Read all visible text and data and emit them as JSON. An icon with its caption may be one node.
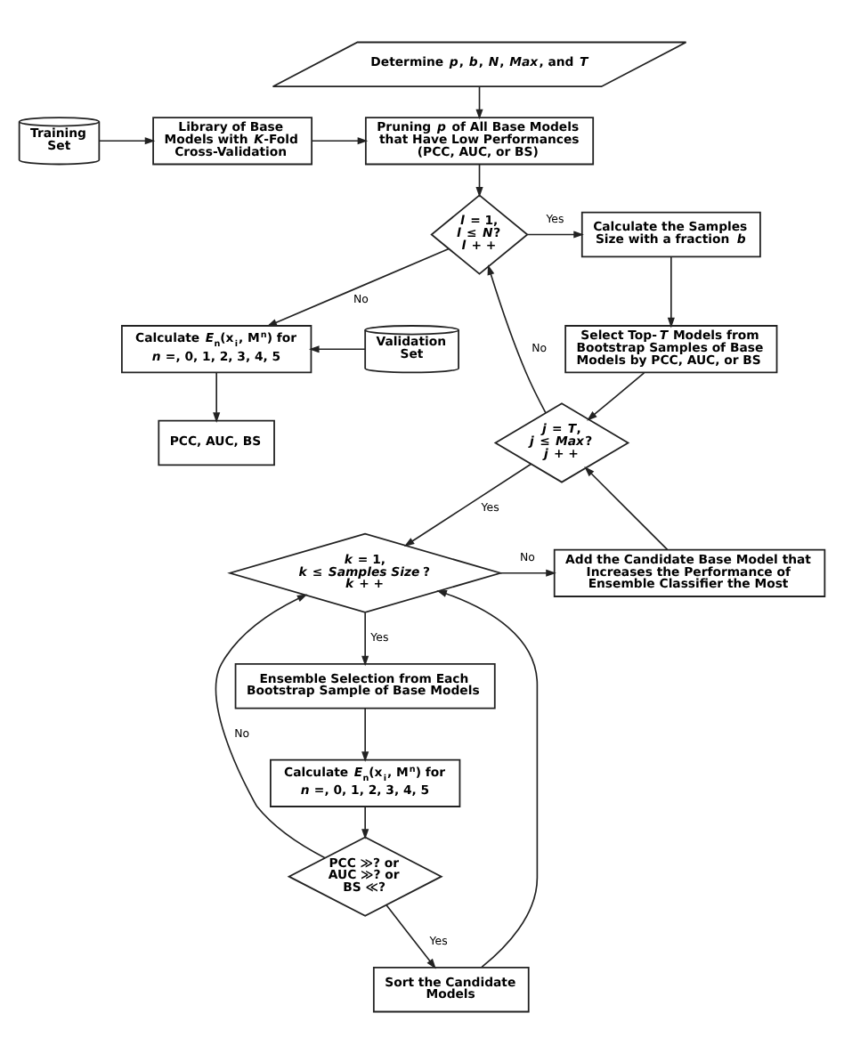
{
  "diagram": {
    "nodes": [
      {
        "text": [
          "Determine *p*, *b*, *N*, *Max*, and *T*"
        ]
      },
      {
        "text": [
          "Pruning *p* of All Base Models that Have Low Performances (PCC, AUC, or BS)"
        ]
      },
      {
        "text": [
          "Library of Base Models with *K*-Fold Cross-Validation"
        ]
      },
      {
        "text": [
          "Training Set"
        ]
      },
      {
        "text": [
          "*l* = 1, *l* ≤ *N*? *l* + +"
        ]
      },
      {
        "text": [
          "Calculate the Samples Size with a fraction *b*"
        ]
      },
      {
        "text": [
          "Select Top-*T* Models from Bootstrap Samples of Base Models by PCC, AUC, or BS"
        ]
      },
      {
        "text": [
          "*j* = *T*, *j* ≤ *Max*? *j* + +"
        ]
      },
      {
        "text": [
          "Calculate *E*$_{n}$(x$_{i}$, M$^{n}$) for *n* =, 0, 1, 2, 3, 4, 5"
        ]
      },
      {
        "text": [
          "Validation Set"
        ]
      },
      {
        "text": [
          "PCC, AUC, BS"
        ]
      },
      {
        "text": [
          "*k* = 1, *k* ≤ *Samples Size*? *k* + +"
        ]
      },
      {
        "text": [
          "Add the Candidate Base Model that Increases the Performance of Ensemble Classifier the Most"
        ]
      },
      {
        "text": [
          "Ensemble Selection from Each Bootstrap Sample of Base Models"
        ]
      },
      {
        "text": [
          "Calculate *E*$_{n}$(x$_{i}$, M$^{n}$) for *n* =, 0, 1, 2, 3, 4, 5"
        ]
      },
      {
        "text": [
          "PCC ≫? or AUC ≫? or BS ≪?"
        ]
      },
      {
        "text": [
          "Sort the Candidate Models"
        ]
      }
    ],
    "edges": [
      {
        "from": 0,
        "to": 1,
        "arrow": "to"
      },
      {
        "from": 2,
        "to": 1,
        "arrow": "to"
      },
      {
        "from": 3,
        "to": 2,
        "arrow": "to"
      },
      {
        "from": 1,
        "to": 4,
        "arrow": "to"
      },
      {
        "from": 4,
        "to": 5,
        "arrow": "to",
        "label": "Yes"
      },
      {
        "from": 4,
        "to": 8,
        "arrow": "to",
        "label": "No"
      },
      {
        "from": 5,
        "to": 6,
        "arrow": "to"
      },
      {
        "from": 6,
        "to": 7,
        "arrow": "to"
      },
      {
        "from": 7,
        "to": 4,
        "arrow": "to",
        "label": "No"
      },
      {
        "from": 9,
        "to": 8,
        "arrow": "to"
      },
      {
        "from": 8,
        "to": 10,
        "arrow": "to"
      },
      {
        "from": 7,
        "to": 11,
        "arrow": "to",
        "label": "Yes"
      },
      {
        "from": 11,
        "to": 12,
        "arrow": "to",
        "label": "No"
      },
      {
        "from": 12,
        "to": 7,
        "arrow": "to"
      },
      {
        "from": 11,
        "to": 13,
        "arrow": "to",
        "label": "Yes"
      },
      {
        "from": 13,
        "to": 14,
        "arrow": "to"
      },
      {
        "from": 14,
        "to": 15,
        "arrow": "to"
      },
      {
        "from": 15,
        "to": 16,
        "arrow": "to",
        "label": "Yes"
      },
      {
        "from": 15,
        "to": 11,
        "arrow": "to",
        "label": "No"
      },
      {
        "from": 16,
        "to": 11,
        "arrow": "to"
      }
    ]
  }
}
